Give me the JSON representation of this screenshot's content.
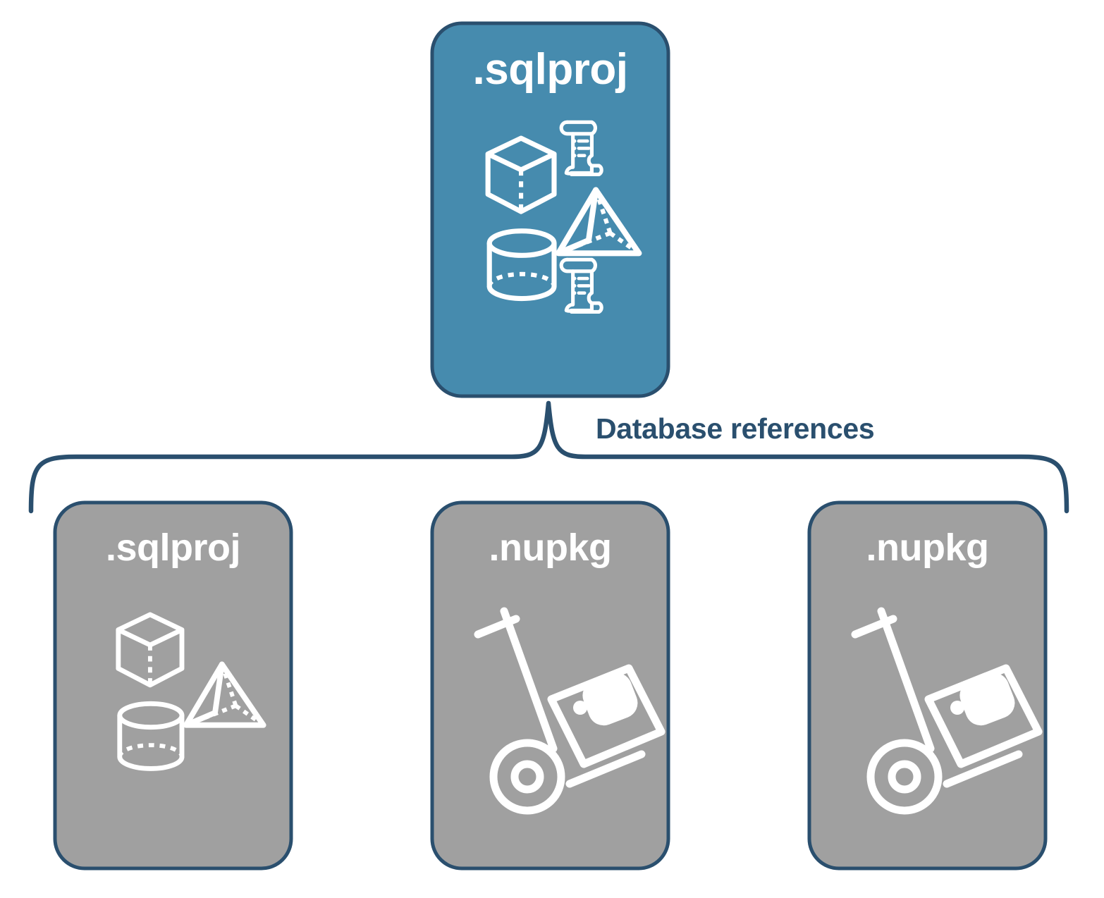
{
  "diagram": {
    "title": "Database references",
    "colors": {
      "accent_fill": "#468BAE",
      "neutral_fill": "#A0A0A0",
      "stroke": "#2A4F6E",
      "icon": "#FFFFFF",
      "background": "#FFFFFF"
    },
    "parent": {
      "label": ".sqlproj",
      "fill": "#468BAE",
      "icons": [
        "cube-icon",
        "scroll-icon",
        "pyramid-icon",
        "cylinder-icon",
        "scroll-icon"
      ]
    },
    "connector": {
      "label": "Database references",
      "style": "curly-brace",
      "stroke": "#2A4F6E"
    },
    "children": [
      {
        "label": ".sqlproj",
        "fill": "#A0A0A0",
        "icons": [
          "cube-icon",
          "pyramid-icon",
          "cylinder-icon"
        ]
      },
      {
        "label": ".nupkg",
        "fill": "#A0A0A0",
        "icons": [
          "hand-truck-package-icon"
        ]
      },
      {
        "label": ".nupkg",
        "fill": "#A0A0A0",
        "icons": [
          "hand-truck-package-icon"
        ]
      }
    ]
  }
}
